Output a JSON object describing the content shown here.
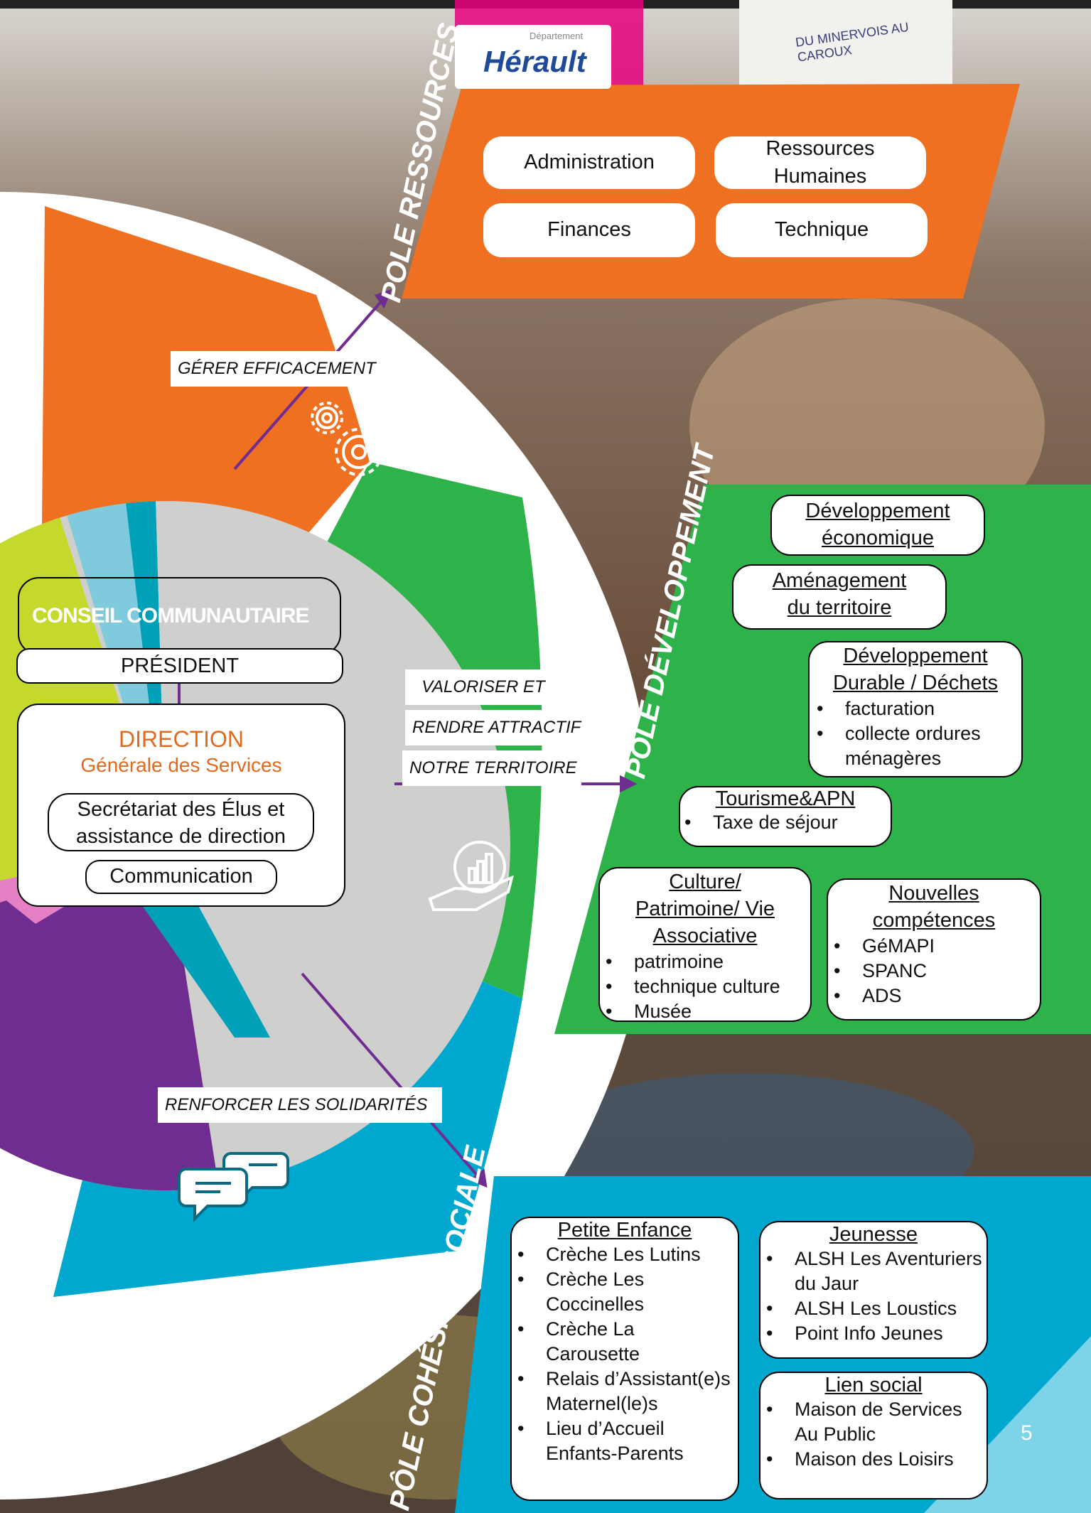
{
  "colors": {
    "orange": "#f07022",
    "green": "#2db34a",
    "blue": "#00a7cf",
    "purple": "#6f2c91",
    "lime": "#c5d82c",
    "grey": "#cfcfcd"
  },
  "sign": {
    "small": "Département",
    "main": "Hérault"
  },
  "banner": "DU MINERVOIS AU CAROUX",
  "center": {
    "council": "CONSEIL COMMUNAUTAIRE",
    "president": "PRÉSIDENT",
    "direction": "DIRECTION",
    "direction_sub": "Générale des Services",
    "secretariat": "Secrétariat des Élus et assistance de direction",
    "communication": "Communication"
  },
  "taglines": {
    "gerer": "GÉRER EFFICACEMENT",
    "val1": "VALORISER ET",
    "val2": "RENDRE ATTRACTIF",
    "val3": "NOTRE TERRITOIRE",
    "renforcer": "RENFORCER LES SOLIDARITÉS"
  },
  "poles": {
    "ressources": {
      "label": "POLE RESSOURCES",
      "items": [
        "Administration",
        "Ressources Humaines",
        "Finances",
        "Technique"
      ]
    },
    "developpement": {
      "label": "PÔLE DÉVELOPPEMENT",
      "boxes": [
        {
          "title": "Développement économique",
          "items": []
        },
        {
          "title": "Aménagement du territoire",
          "items": []
        },
        {
          "title": "Développement Durable / Déchets",
          "items": [
            "facturation",
            "collecte ordures ménagères"
          ]
        },
        {
          "title": "Tourisme&APN",
          "items": [
            "Taxe de séjour"
          ]
        },
        {
          "title": "Culture/ Patrimoine/ Vie Associative",
          "items": [
            "patrimoine",
            "technique culture",
            "Musée"
          ]
        },
        {
          "title": "Nouvelles compétences",
          "items": [
            "GéMAPI",
            "SPANC",
            "ADS"
          ]
        }
      ]
    },
    "cohesion": {
      "label": "PÔLE COHÉSION SOCIALE",
      "boxes": [
        {
          "title": "Petite Enfance",
          "items": [
            "Crèche Les Lutins",
            "Crèche Les Coccinelles",
            "Crèche La Carousette",
            "Relais d’Assistant(e)s Maternel(le)s",
            "Lieu d’Accueil Enfants-Parents"
          ]
        },
        {
          "title": "Jeunesse",
          "items": [
            "ALSH Les Aventuriers du Jaur",
            "ALSH Les Loustics",
            "Point Info Jeunes"
          ]
        },
        {
          "title": "Lien social",
          "items": [
            "Maison de Services Au Public",
            "Maison des Loisirs"
          ]
        }
      ]
    }
  },
  "page_number": "5"
}
